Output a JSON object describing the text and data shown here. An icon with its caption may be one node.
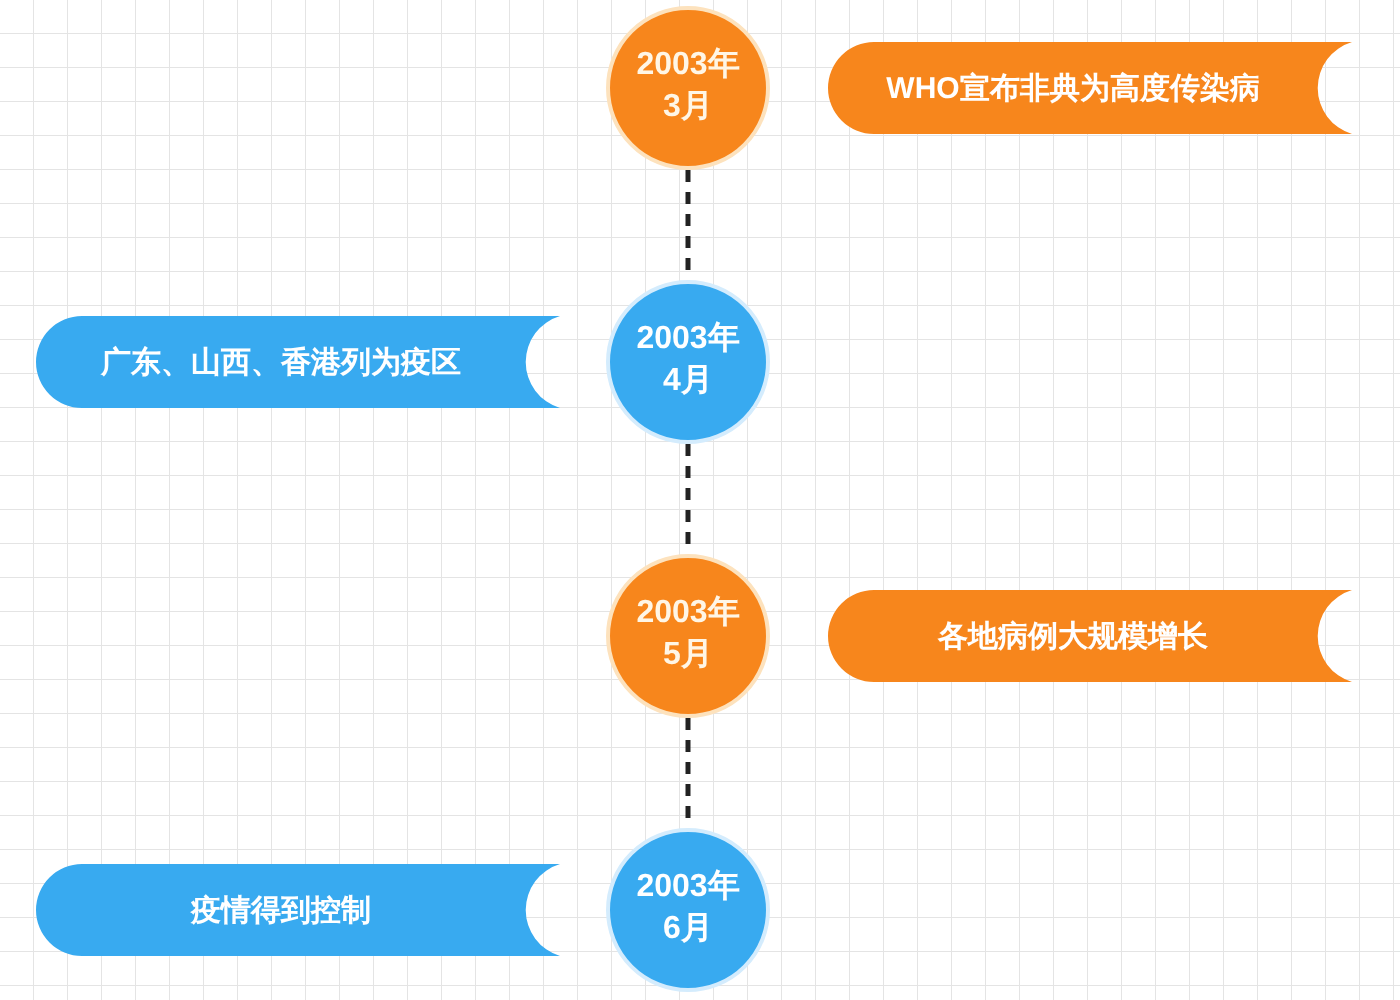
{
  "diagram": {
    "nodes": [
      {
        "text": [
          "2003年3月"
        ]
      },
      {
        "text": [
          "WHO宣布非典为高度传染病"
        ]
      },
      {
        "text": [
          "广东、山西、香港列为疫区"
        ]
      },
      {
        "text": [
          "2003年4月"
        ]
      },
      {
        "text": [
          "2003年5月"
        ]
      },
      {
        "text": [
          "各地病例大规模增长"
        ]
      },
      {
        "text": [
          "疫情得到控制"
        ]
      },
      {
        "text": [
          "2003年6月"
        ]
      }
    ],
    "edges": [
      {
        "from": 0,
        "to": 3,
        "arrow": "none",
        "style": "dashed"
      },
      {
        "from": 3,
        "to": 4,
        "arrow": "none",
        "style": "dashed"
      },
      {
        "from": 4,
        "to": 7,
        "arrow": "none",
        "style": "dashed"
      }
    ]
  }
}
